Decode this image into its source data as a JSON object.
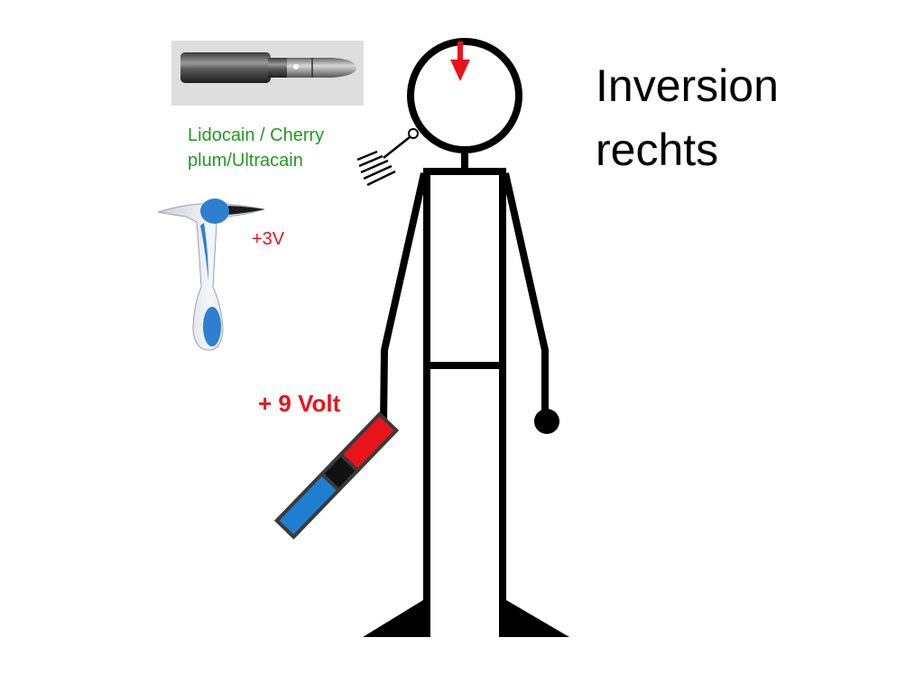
{
  "title": {
    "line1": "Inversion",
    "line2": "rechts"
  },
  "labels": {
    "anesthetic_line1": "Lidocain / Cherry",
    "anesthetic_line2": "plum/Ultracain",
    "device_voltage": "+3V",
    "battery_voltage": "+ 9 Volt"
  },
  "colors": {
    "anesthetic_label": "#1f9a1f",
    "voltage_label": "#e8141c",
    "marker_arrow": "#e8141c",
    "battery_positive": "#e8141c",
    "battery_middle": "#000000",
    "battery_negative": "#1e7fd0",
    "device_accent": "#2e7fd0"
  },
  "icons": {
    "vial": "ampoule-icon",
    "device": "stimulator-device-icon",
    "battery": "battery-rod-icon",
    "arrow": "down-arrow-icon",
    "needle": "needle-icon"
  }
}
